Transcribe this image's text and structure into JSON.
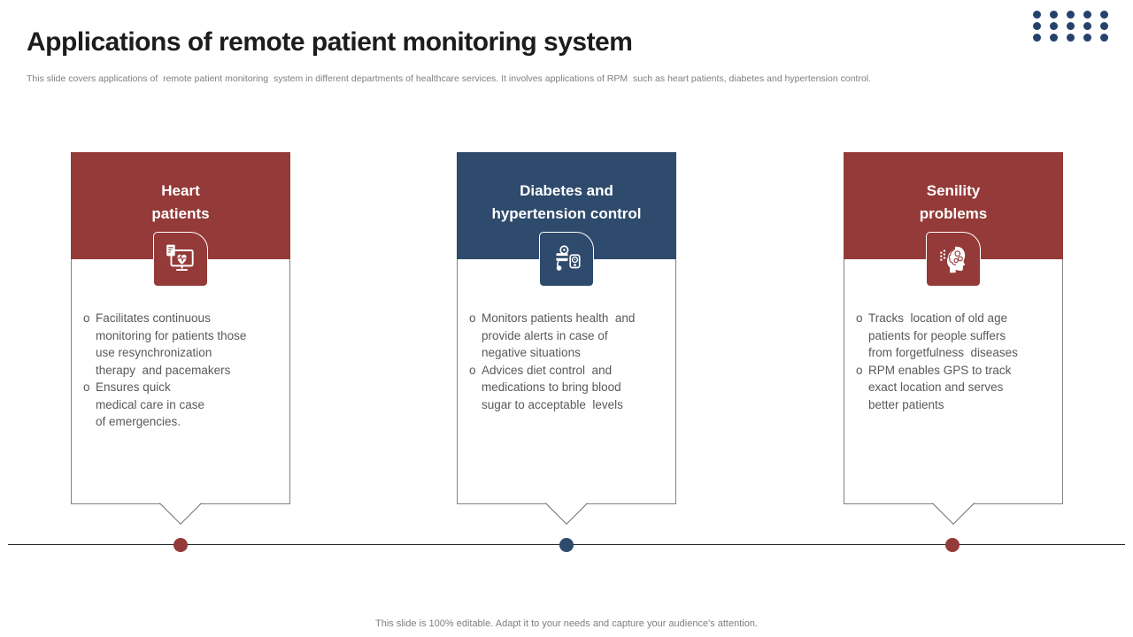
{
  "header": {
    "title": "Applications of remote patient monitoring system",
    "subtitle": "This slide covers applications of  remote patient monitoring  system in different departments of healthcare services. It involves applications of RPM  such as heart patients, diabetes and hypertension control."
  },
  "colors": {
    "accent_red": "#943A38",
    "accent_navy": "#2E4A6C",
    "dot_grid": "#24426B",
    "body_text": "#595959",
    "card_border": "#828282",
    "timeline_line": "#2b2b2b"
  },
  "bullet_char": "o",
  "cards": [
    {
      "title": "Heart\npatients",
      "accent": "#943A38",
      "icon": "heart-monitor-icon",
      "bullets": [
        "Facilitates continuous\nmonitoring for patients those\nuse resynchronization\ntherapy  and pacemakers",
        "Ensures quick\nmedical care in case\nof emergencies."
      ]
    },
    {
      "title": "Diabetes and\nhypertension control",
      "accent": "#2E4A6C",
      "icon": "blood-pressure-glucose-icon",
      "bullets": [
        "Monitors patients health  and\nprovide alerts in case of\nnegative situations",
        "Advices diet control  and\nmedications to bring blood\nsugar to acceptable  levels"
      ]
    },
    {
      "title": "Senility\nproblems",
      "accent": "#943A38",
      "icon": "memory-loss-head-icon",
      "bullets": [
        "Tracks  location of old age\npatients for people suffers\nfrom forgetfulness  diseases",
        "RPM enables GPS to track\nexact location and serves\nbetter patients"
      ]
    }
  ],
  "timeline": {
    "dot_colors": [
      "#943A38",
      "#2E4A6C",
      "#943A38"
    ]
  },
  "footer": {
    "note": "This slide is 100% editable. Adapt it to your needs and capture your audience's attention."
  }
}
